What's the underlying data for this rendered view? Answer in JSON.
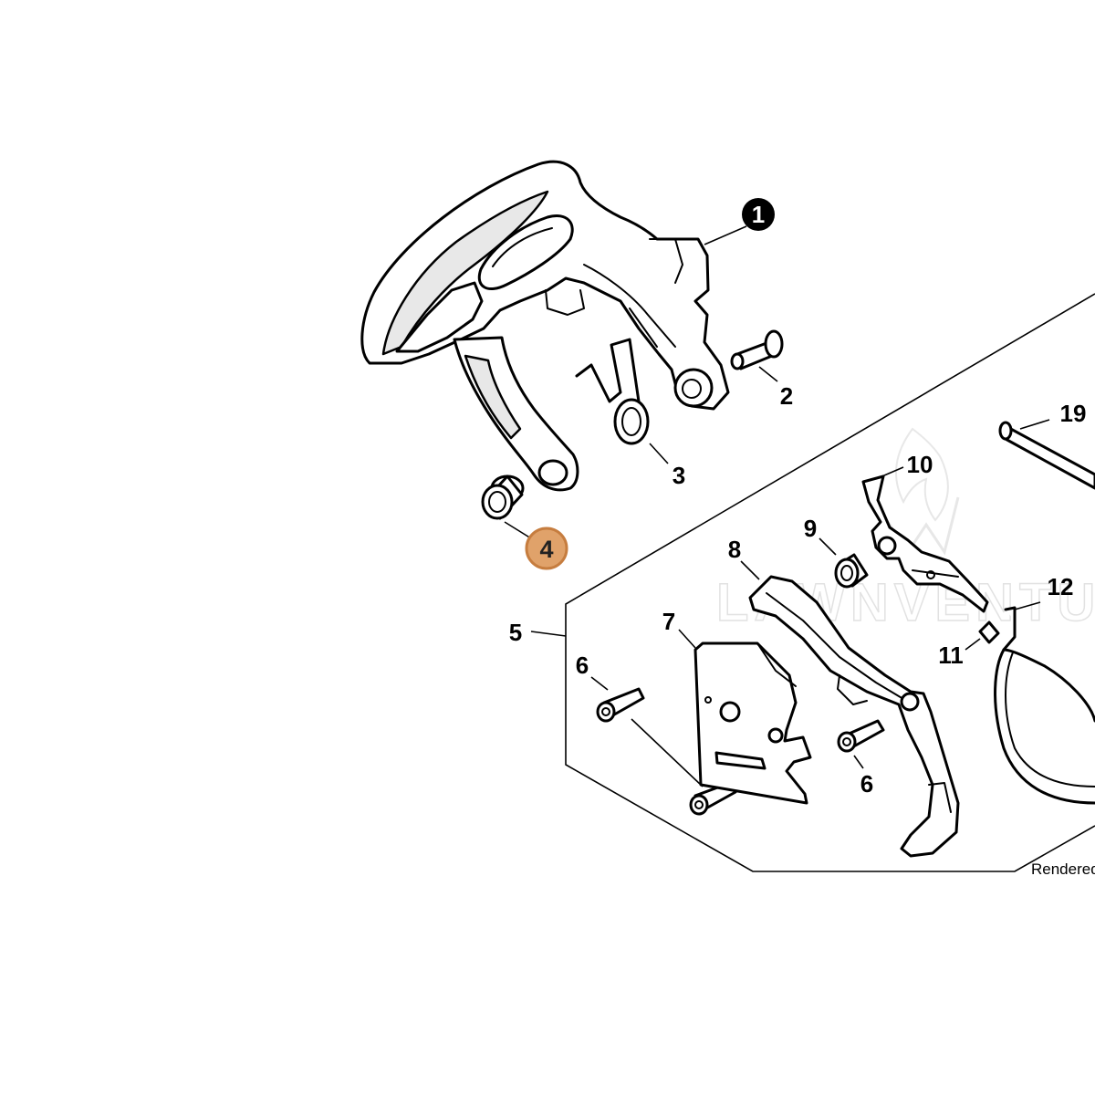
{
  "diagram": {
    "callouts": {
      "c1": "1",
      "c2": "2",
      "c3": "3",
      "c4": "4",
      "c5": "5",
      "c6a": "6",
      "c6b": "6",
      "c7": "7",
      "c8": "8",
      "c9": "9",
      "c10": "10",
      "c11": "11",
      "c12": "12",
      "c19": "19"
    },
    "highlighted_part": "4",
    "highlight_color": "#e0a26a",
    "footnote": "Rendered",
    "watermark_text": "LAWNVENTURE"
  }
}
